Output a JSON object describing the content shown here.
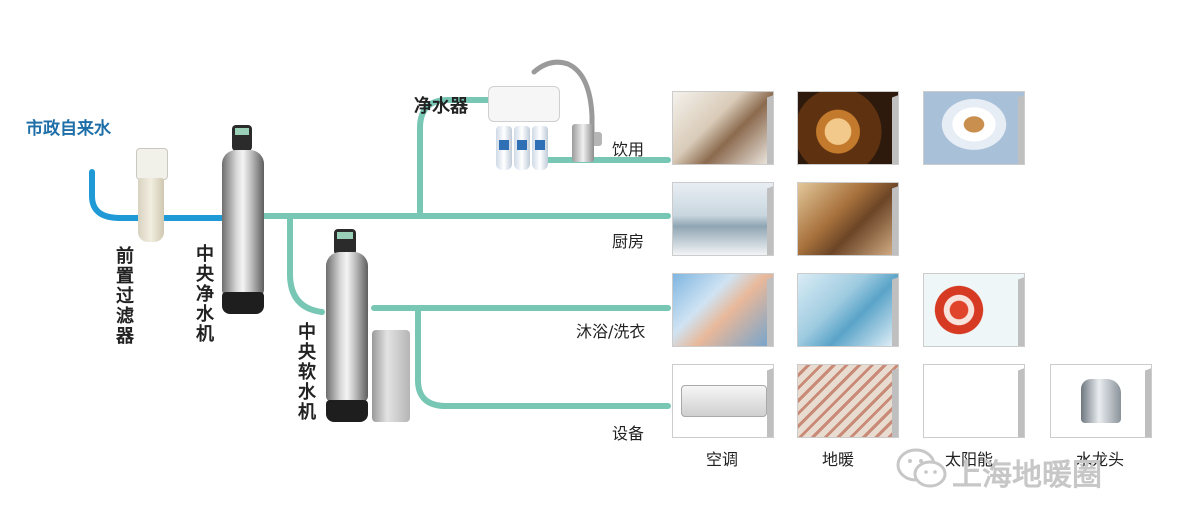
{
  "labels": {
    "source": "市政自来水",
    "prefilter": "前置过滤器",
    "central_purifier": "中央净水机",
    "central_softener": "中央软水机",
    "purifier": "净水器"
  },
  "branches": {
    "drinking": "饮用",
    "kitchen": "厨房",
    "bath_laundry": "沐浴/洗衣",
    "equipment": "设备"
  },
  "equipment_captions": {
    "ac": "空调",
    "floor_heating": "地暖",
    "solar": "太阳能",
    "faucet": "水龙头"
  },
  "watermark": "上海地暖圈",
  "colors": {
    "pipe": "#78c6b4",
    "pipe_blue": "#1f9ad6",
    "title_blue": "#1e6fa8"
  }
}
